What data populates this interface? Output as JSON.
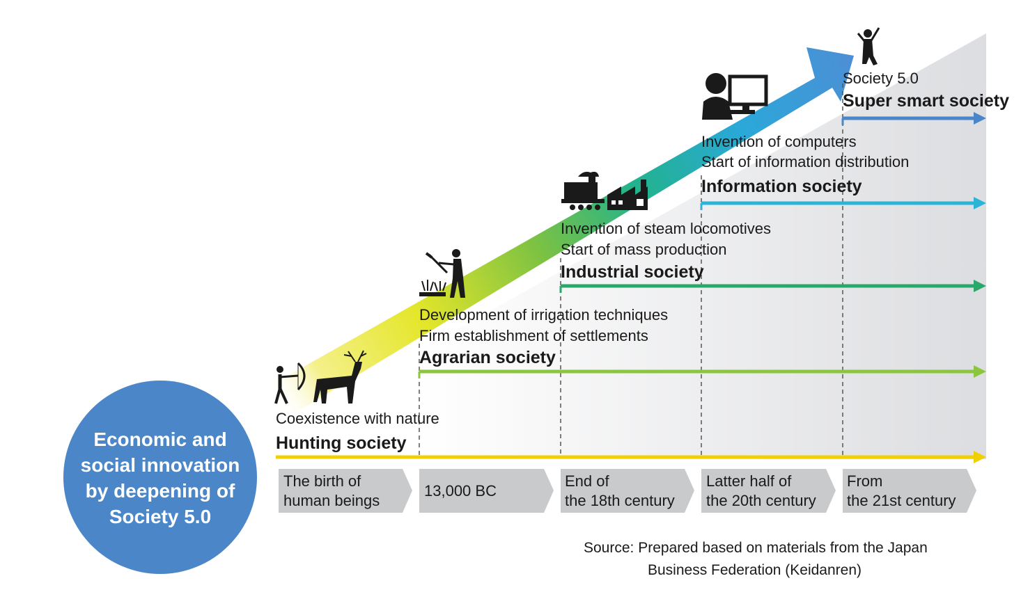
{
  "circle": {
    "lines": [
      "Economic and",
      "social innovation",
      "by deepening of",
      "Society 5.0"
    ],
    "color": "#4a86c8"
  },
  "stages": [
    {
      "icon": "hunter-and-deer-icon",
      "desc": [
        "Coexistence with nature"
      ],
      "title": "Hunting society",
      "era": [
        "The birth of",
        "human beings"
      ],
      "color": "#f2d000"
    },
    {
      "icon": "farmer-icon",
      "desc": [
        "Development of irrigation techniques",
        "Firm establishment of settlements"
      ],
      "title": "Agrarian society",
      "era": [
        "13,000 BC"
      ],
      "color": "#8cc63e"
    },
    {
      "icon": "locomotive-and-factory-icon",
      "desc": [
        "Invention of steam locomotives",
        "Start of mass production"
      ],
      "title": "Industrial society",
      "era": [
        "End of",
        "the 18th century"
      ],
      "color": "#2aa86a"
    },
    {
      "icon": "computer-user-icon",
      "desc": [
        "Invention of computers",
        "Start of information distribution"
      ],
      "title": "Information society",
      "era": [
        "Latter half of",
        "the 20th century"
      ],
      "color": "#2ab4d8"
    },
    {
      "icon": "cheering-person-icon",
      "desc": [
        "Society 5.0"
      ],
      "title": "Super smart society",
      "era": [
        "From",
        "the 21st century"
      ],
      "color": "#4a86c8"
    }
  ],
  "source": [
    "Source: Prepared based on materials from the Japan",
    "Business Federation (Keidanren)"
  ]
}
